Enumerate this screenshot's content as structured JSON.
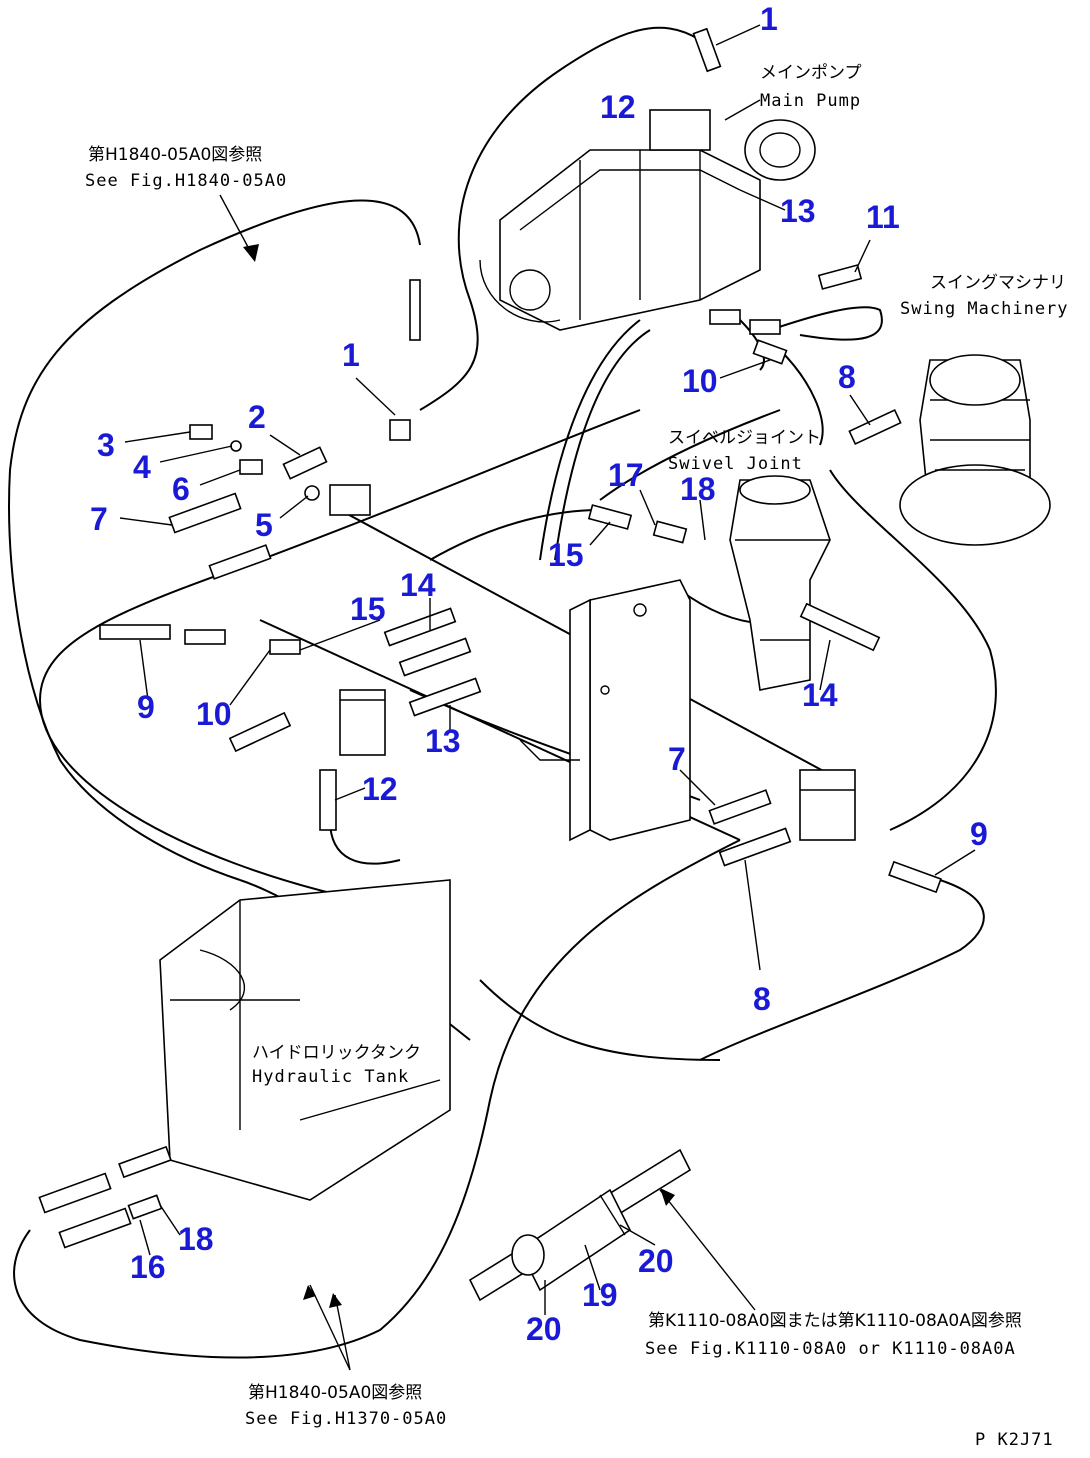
{
  "frame_code": "P K2J71",
  "labels": {
    "main_pump_jp": "メインポンプ",
    "main_pump_en": "Main Pump",
    "swing_machinery_jp": "スイングマシナリ",
    "swing_machinery_en": "Swing Machinery",
    "swivel_joint_jp": "スイベルジョイント",
    "swivel_joint_en": "Swivel Joint",
    "hydraulic_tank_jp": "ハイドロリックタンク",
    "hydraulic_tank_en": "Hydraulic Tank",
    "ref_top_jp": "第H1840-05A0図参照",
    "ref_top_en": "See Fig.H1840-05A0",
    "ref_bottom_jp": "第H1840-05A0図参照",
    "ref_bottom_en": "See Fig.H1370-05A0",
    "ref_right_jp": "第K1110-08A0図または第K1110-08A0A図参照",
    "ref_right_en": "See Fig.K1110-08A0 or K1110-08A0A"
  },
  "part_numbers": [
    "1",
    "1",
    "2",
    "3",
    "4",
    "5",
    "6",
    "7",
    "7",
    "8",
    "8",
    "9",
    "9",
    "10",
    "10",
    "11",
    "12",
    "12",
    "13",
    "13",
    "14",
    "14",
    "15",
    "15",
    "16",
    "17",
    "18",
    "18",
    "19",
    "20",
    "20"
  ]
}
